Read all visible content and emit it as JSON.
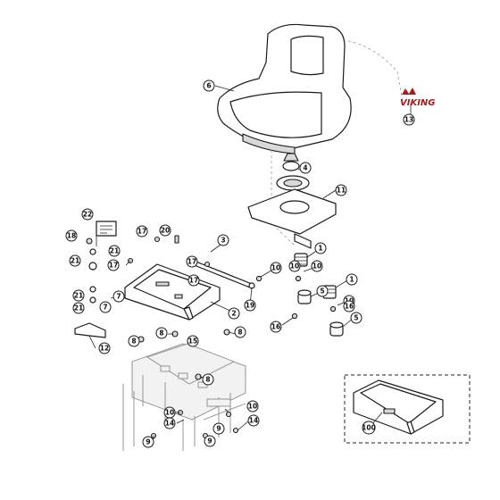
{
  "brand": {
    "name": "VIKING",
    "color": "#b01818"
  },
  "callouts": {
    "c1a": "1",
    "c1b": "1",
    "c2": "2",
    "c3": "3",
    "c4": "4",
    "c5a": "5",
    "c5b": "5",
    "c6": "6",
    "c7a": "7",
    "c7b": "7",
    "c8a": "8",
    "c8b": "8",
    "c8c": "8",
    "c8d": "8",
    "c9a": "9",
    "c9b": "9",
    "c9c": "9",
    "c10a": "10",
    "c10b": "10",
    "c10c": "10",
    "c10d": "10",
    "c10e": "10",
    "c10f": "10",
    "c11": "11",
    "c12": "12",
    "c13": "13",
    "c14a": "14",
    "c14b": "14",
    "c15": "15",
    "c16a": "16",
    "c16b": "16",
    "c17a": "17",
    "c17b": "17",
    "c17c": "17",
    "c17d": "17",
    "c18": "18",
    "c19": "19",
    "c20": "20",
    "c21a": "21",
    "c21b": "21",
    "c21c": "21",
    "c21d": "21",
    "c22": "22",
    "c100": "100"
  }
}
